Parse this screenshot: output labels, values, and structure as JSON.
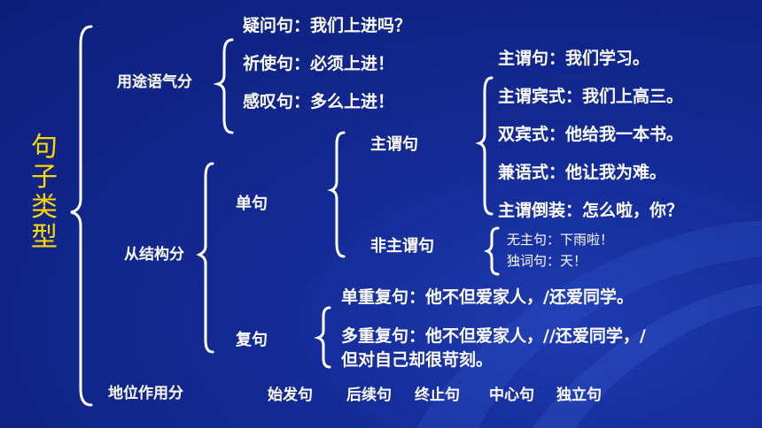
{
  "title": "句子类型",
  "categories": {
    "purpose": "用途语气分",
    "structure": "从结构分",
    "position": "地位作用分"
  },
  "purpose_items": [
    "疑问句：我们上进吗？",
    "祈使句：必须上进！",
    "感叹句：多么上进！"
  ],
  "structure": {
    "simple": "单句",
    "compound": "复句",
    "subject_predicate": "主谓句",
    "non_subject_predicate": "非主谓句",
    "sp_items": [
      "主谓句：我们学习。",
      "主谓宾式：我们上高三。",
      "双宾式：他给我一本书。",
      "兼语式：他让我为难。",
      "主谓倒装：怎么啦，你？"
    ],
    "nsp_items": [
      "无主句：下雨啦！",
      "独词句：天！"
    ],
    "compound_items": [
      "单重复句：他不但爱家人，/还爱同学。",
      "多重复句：他不但爱家人，//还爱同学，/",
      "但对自己却很苛刻。"
    ]
  },
  "position_items": [
    "始发句",
    "后续句",
    "终止句",
    "中心句",
    "独立句"
  ]
}
